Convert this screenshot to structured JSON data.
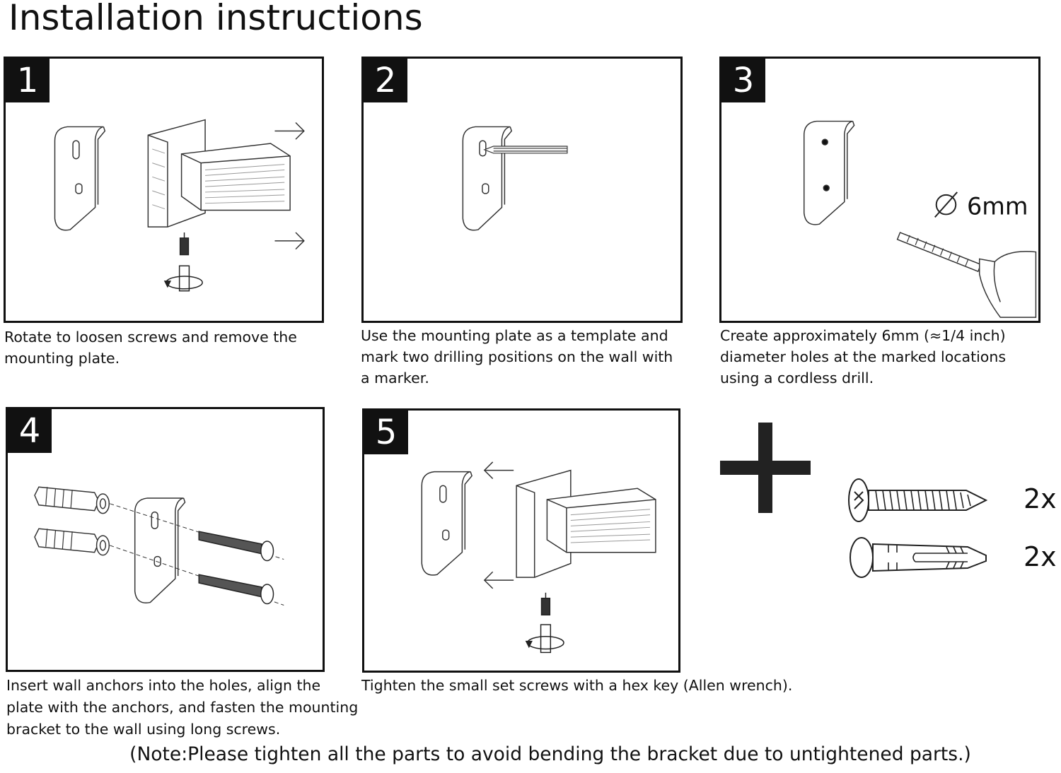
{
  "title": "Installation instructions",
  "steps": [
    {
      "number": "1",
      "caption": "Rotate to loosen screws and remove the mounting plate."
    },
    {
      "number": "2",
      "caption": "Use the mounting plate as a template and mark two drilling positions on the wall with a marker."
    },
    {
      "number": "3",
      "caption": "Create approximately 6mm (≈1/4 inch) diameter holes at the marked locations using a cordless drill.",
      "drill_size": "6mm"
    },
    {
      "number": "4",
      "caption": "Insert wall anchors into the holes, align the plate with the anchors, and fasten the mounting bracket to the wall using long screws."
    },
    {
      "number": "5",
      "caption": "Tighten the small set screws with a hex key (Allen wrench)."
    }
  ],
  "included_parts": [
    {
      "part": "screw",
      "icon": "screw-icon",
      "quantity": "2x"
    },
    {
      "part": "wall anchor",
      "icon": "wall-anchor-icon",
      "quantity": "2x"
    }
  ],
  "note": "(Note:Please tighten all the parts to avoid bending the bracket due to untightened parts.)"
}
